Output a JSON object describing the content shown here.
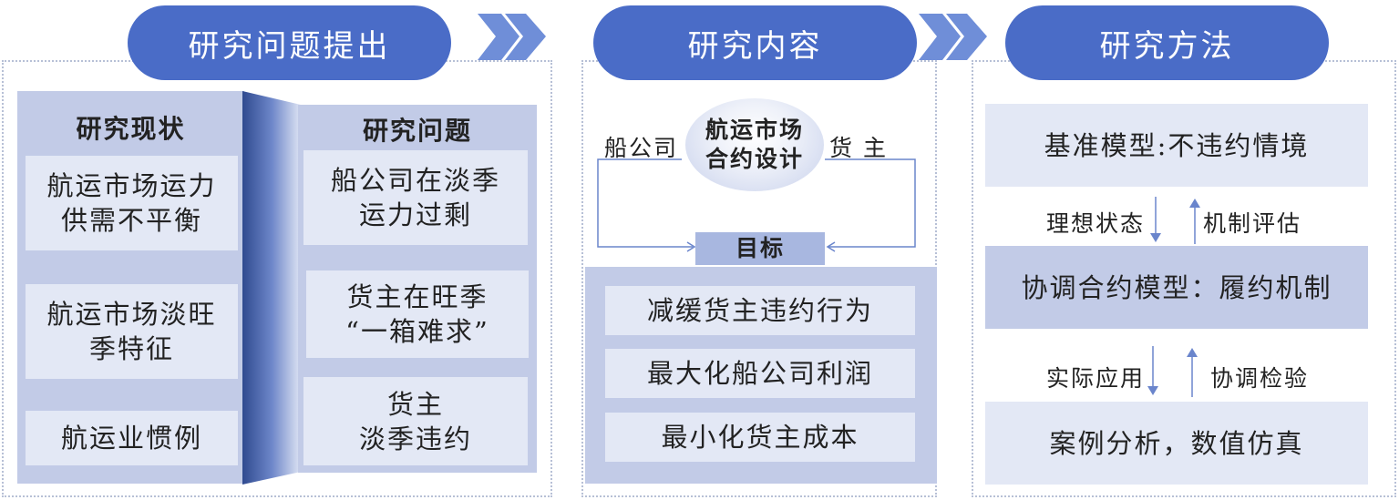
{
  "sections": {
    "problem": {
      "title": "研究问题提出",
      "status_header": "研究现状",
      "status_items": [
        "航运市场运力供需不平衡",
        "航运市场淡旺季特征",
        "航运业惯例"
      ],
      "status_lines": [
        [
          "航运市场运力",
          "供需不平衡"
        ],
        [
          "航运市场淡旺",
          "季特征"
        ],
        [
          "航运业惯例"
        ]
      ],
      "question_header": "研究问题",
      "question_items": [
        "船公司在淡季运力过剩",
        "货主在旺季“一箱难求”",
        "货主淡季违约"
      ],
      "question_lines": [
        [
          "船公司在淡季",
          "运力过剩"
        ],
        [
          "货主在旺季",
          "“一箱难求”"
        ],
        [
          "货主",
          "淡季违约"
        ]
      ]
    },
    "content": {
      "title": "研究内容",
      "left_party": "船公司",
      "right_party": "货 主",
      "center_lines": [
        "航运市场",
        "合约设计"
      ],
      "goal_label": "目标",
      "goals": [
        "减缓货主违约行为",
        "最大化船公司利润",
        "最小化货主成本"
      ]
    },
    "method": {
      "title": "研究方法",
      "boxes": [
        "基准模型:不违约情境",
        "协调合约模型：履约机制",
        "案例分析，数值仿真"
      ],
      "link1_down": "理想状态",
      "link1_up": "机制评估",
      "link2_down": "实际应用",
      "link2_up": "协调检验"
    }
  },
  "colors": {
    "accent": "#4a6cc7",
    "light_box": "#e3e8f5",
    "mid_box": "#c2cbe7",
    "chevron": "#6f8ed8",
    "line": "#6a85cc"
  }
}
